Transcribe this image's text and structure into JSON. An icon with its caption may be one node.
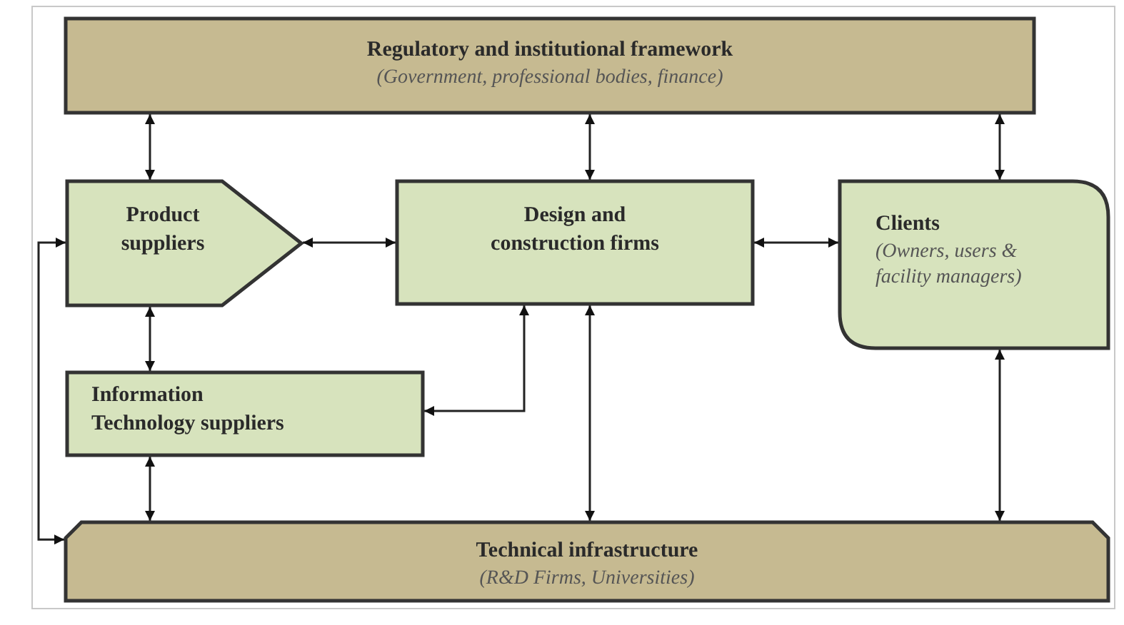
{
  "diagram": {
    "nodes": [
      {
        "text": [
          "Regulatory and institutional framework",
          "(Government, professional bodies, finance)"
        ]
      },
      {
        "text": [
          "Product suppliers"
        ]
      },
      {
        "text": [
          "Design and construction firms"
        ]
      },
      {
        "text": [
          "Clients",
          "(Owners, users & facility managers)"
        ]
      },
      {
        "text": [
          "Information Technology suppliers"
        ]
      },
      {
        "text": [
          "Technical infrastructure",
          "(R&D Firms, Universities)"
        ]
      }
    ],
    "edges": [
      {
        "from": 0,
        "to": 1,
        "arrow": "both"
      },
      {
        "from": 0,
        "to": 2,
        "arrow": "both"
      },
      {
        "from": 0,
        "to": 3,
        "arrow": "both"
      },
      {
        "from": 1,
        "to": 2,
        "arrow": "both"
      },
      {
        "from": 2,
        "to": 3,
        "arrow": "both"
      },
      {
        "from": 1,
        "to": 4,
        "arrow": "both"
      },
      {
        "from": 2,
        "to": 4,
        "arrow": "both"
      },
      {
        "from": 4,
        "to": 5,
        "arrow": "both"
      },
      {
        "from": 1,
        "to": 5,
        "arrow": "both"
      },
      {
        "from": 2,
        "to": 5,
        "arrow": "both"
      },
      {
        "from": 3,
        "to": 5,
        "arrow": "both"
      }
    ]
  }
}
